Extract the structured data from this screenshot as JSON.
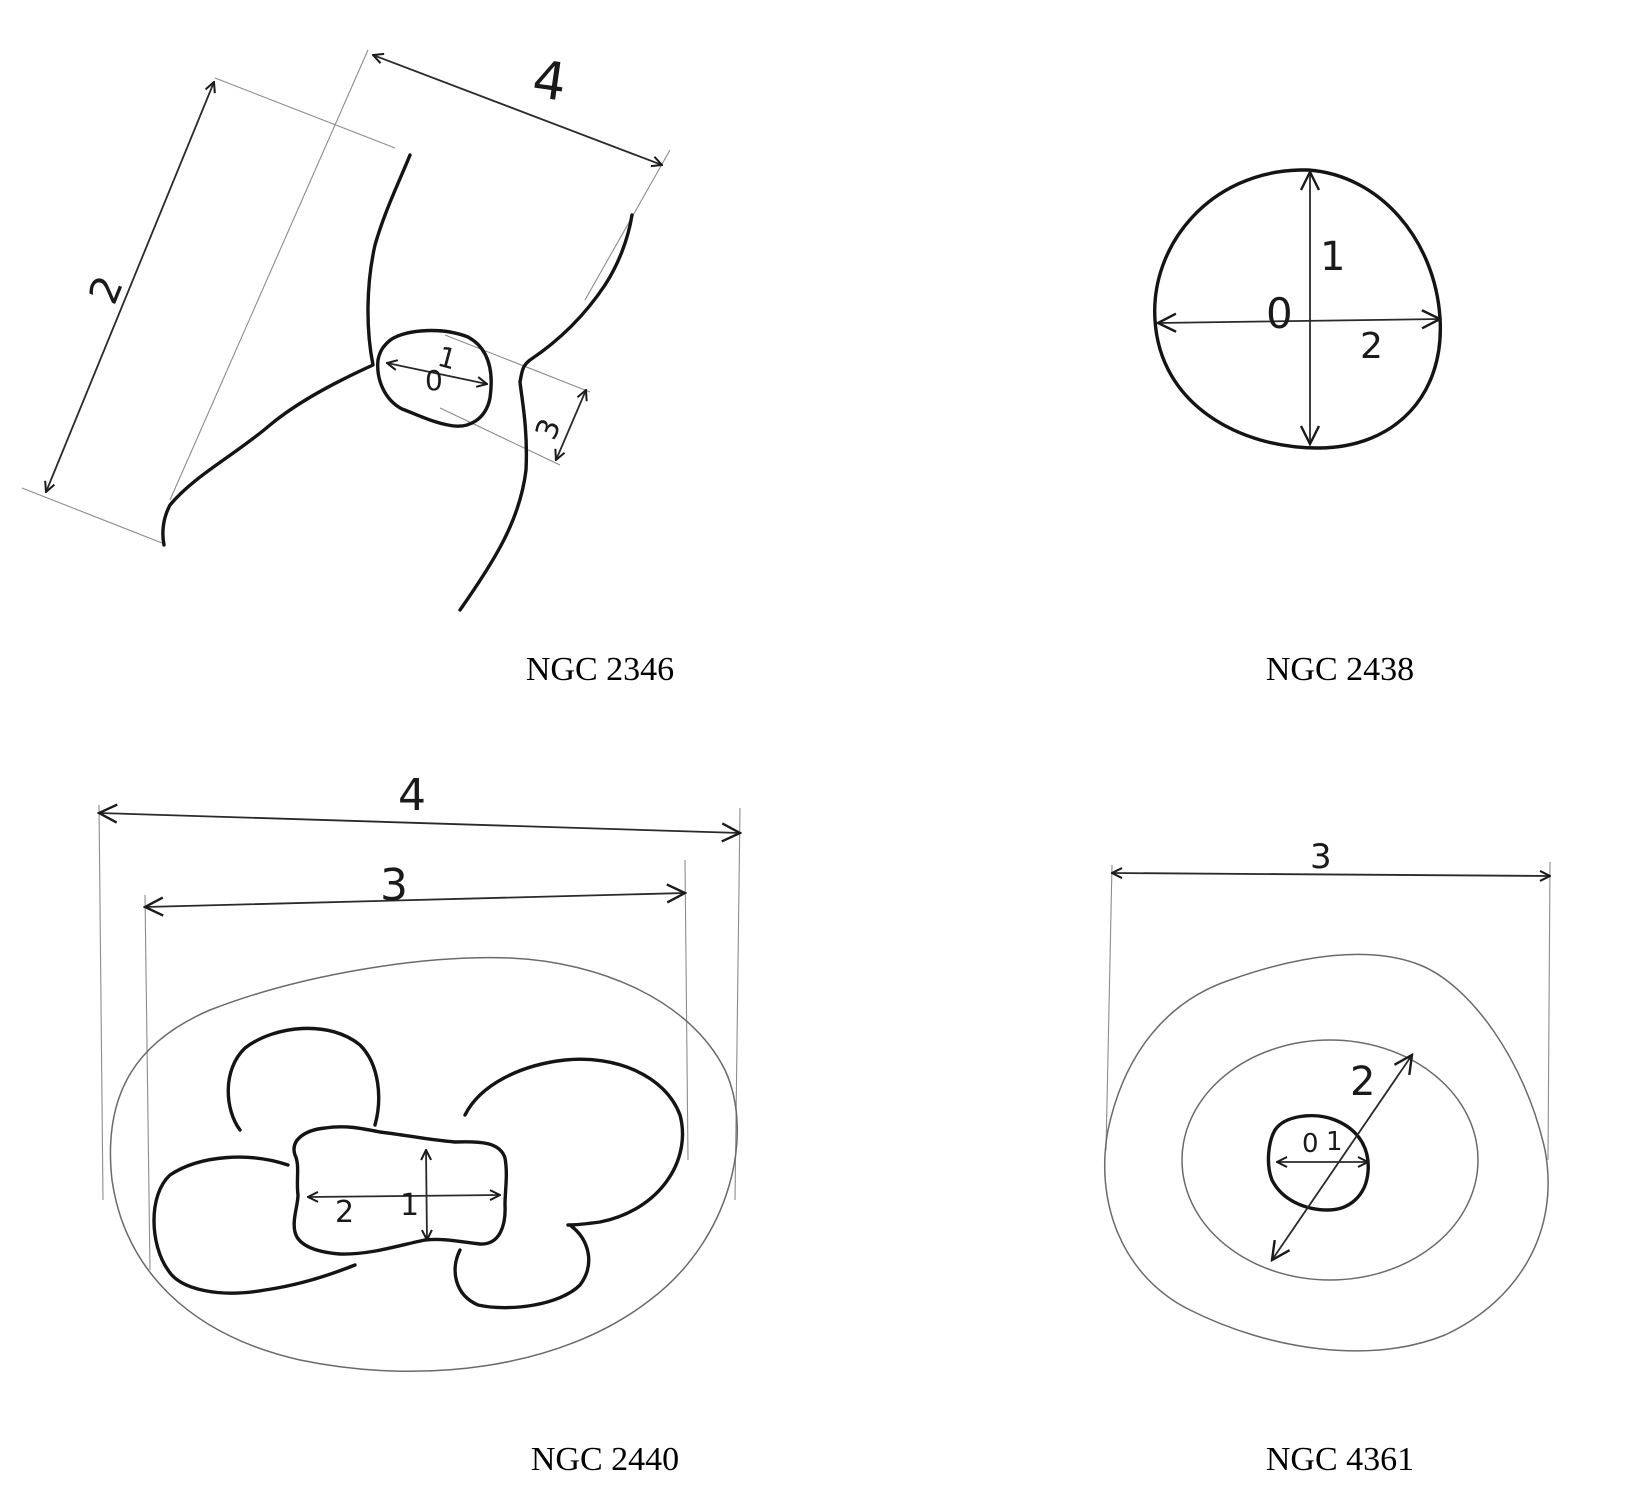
{
  "panels": [
    {
      "caption": "NGC 2346",
      "labels": {
        "center": "0",
        "d1": "1",
        "d2": "2",
        "d3": "3",
        "d4": "4"
      }
    },
    {
      "caption": "NGC 2438",
      "labels": {
        "center": "0",
        "d1": "1",
        "d2": "2"
      }
    },
    {
      "caption": "NGC 2440",
      "labels": {
        "d1": "1",
        "d2": "2",
        "d3": "3",
        "d4": "4"
      }
    },
    {
      "caption": "NGC 4361",
      "labels": {
        "center": "0",
        "d1": "1",
        "d2": "2",
        "d3": "3"
      }
    }
  ],
  "colors": {
    "ink": "#141414",
    "guide": "#8c8c8c",
    "background": "#ffffff"
  }
}
